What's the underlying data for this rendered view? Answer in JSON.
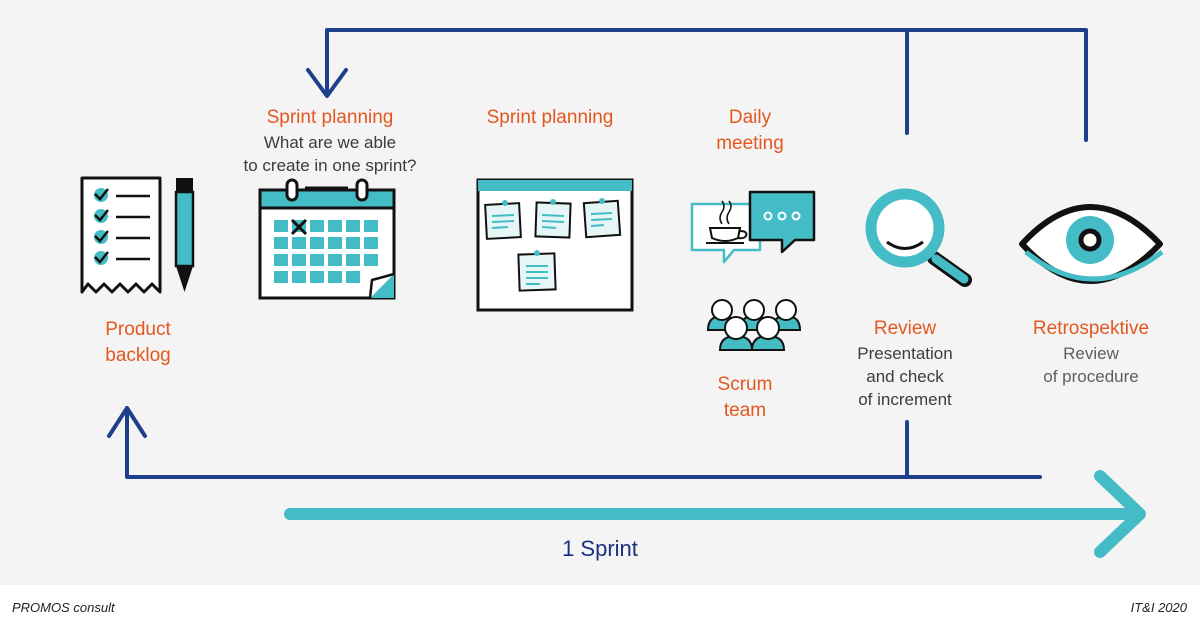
{
  "colors": {
    "navy": "#1d3f8c",
    "teal": "#44bcc6",
    "orange": "#e4571f",
    "label_navy": "#1d2f80"
  },
  "steps": {
    "backlog": {
      "title_line1": "Product",
      "title_line2": "backlog",
      "icon": "checklist-icon"
    },
    "planning1": {
      "title": "Sprint planning",
      "sub_line1": "What are we able",
      "sub_line2": "to create in one sprint?",
      "icon": "calendar-icon"
    },
    "planning2": {
      "title": "Sprint planning",
      "icon": "sticky-board-icon"
    },
    "daily": {
      "title_line1": "Daily",
      "title_line2": "meeting",
      "icon": "chat-coffee-icon"
    },
    "scrum": {
      "title_line1": "Scrum",
      "title_line2": "team",
      "icon": "team-icon"
    },
    "review": {
      "title": "Review",
      "sub_line1": "Presentation",
      "sub_line2": "and check",
      "sub_line3": "of increment",
      "icon": "magnifier-icon"
    },
    "retro": {
      "title": "Retrospektive",
      "sub_line1": "Review",
      "sub_line2": "of procedure",
      "icon": "eye-icon"
    }
  },
  "sprint": {
    "label": "1 Sprint"
  },
  "footer": {
    "left": "PROMOS consult",
    "right": "IT&I 2020"
  }
}
